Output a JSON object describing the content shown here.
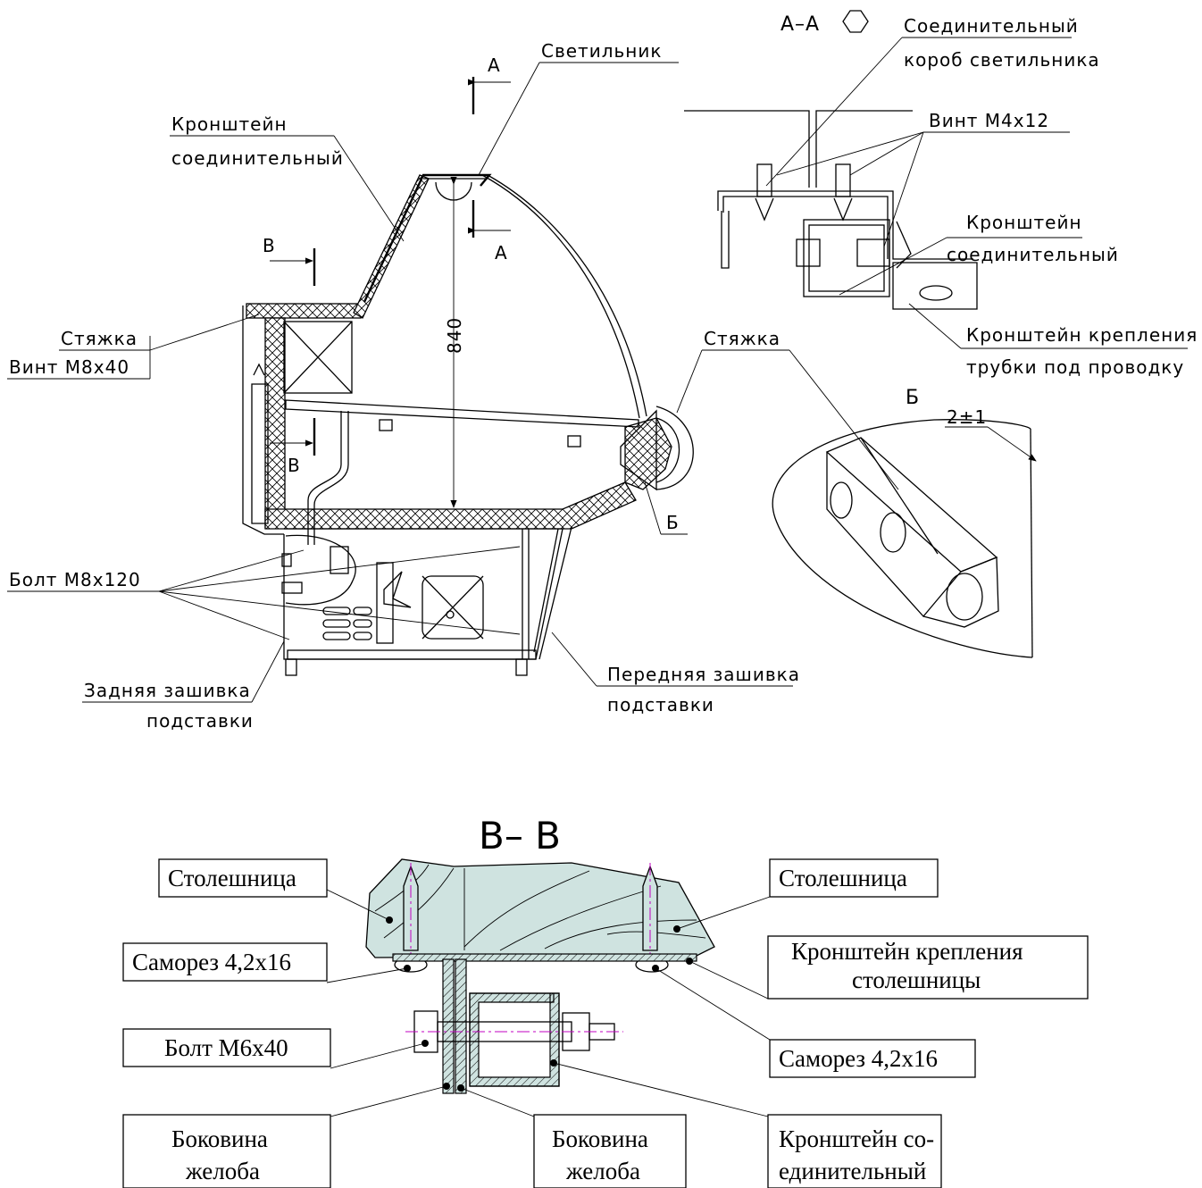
{
  "labels": {
    "aa_title": "А–А",
    "lamp": "Светильник",
    "section_a": "А",
    "bracket_top_1": "Кронштейн",
    "bracket_top_2": "соединительный",
    "section_v": "В",
    "dim_840": "840",
    "tie_left": "Стяжка",
    "screw_m8x40": "Винт М8х40",
    "bolt_m8x120": "Болт М8х120",
    "rear_cover_1": "Задняя зашивка",
    "rear_cover_2": "подставки",
    "front_cover_1": "Передняя зашивка",
    "front_cover_2": "подставки",
    "tie_right": "Стяжка",
    "section_b_mark": "Б",
    "lamp_box_1": "Соединительный",
    "lamp_box_2": "короб светильника",
    "screw_m4x12": "Винт М4х12",
    "bracket_right_1": "Кронштейн",
    "bracket_right_2": "соединительный",
    "tube_bracket_1": "Кронштейн крепления",
    "tube_bracket_2": "трубки под проводку",
    "detail_b_title": "Б",
    "tolerance": "2±1",
    "vv_title": "В– В",
    "tabletop_left": "Столешница",
    "tabletop_right": "Столешница",
    "self_screw_left": "Саморез 4,2х16",
    "tabletop_bracket_1": "Кронштейн крепления",
    "tabletop_bracket_2": "столешницы",
    "bolt_m6x40": "Болт М6х40",
    "self_screw_right": "Саморез 4,2х16",
    "trough_side_left_1": "Боковина",
    "trough_side_left_2": "желоба",
    "trough_side_mid_1": "Боковина",
    "trough_side_mid_2": "желоба",
    "bracket_conn_1": "Кронштейн со-",
    "bracket_conn_2": "единительный"
  },
  "colors": {
    "line": "#000000",
    "axis": "#c000c0",
    "wood": "#cfe3e0",
    "background": "#ffffff"
  }
}
